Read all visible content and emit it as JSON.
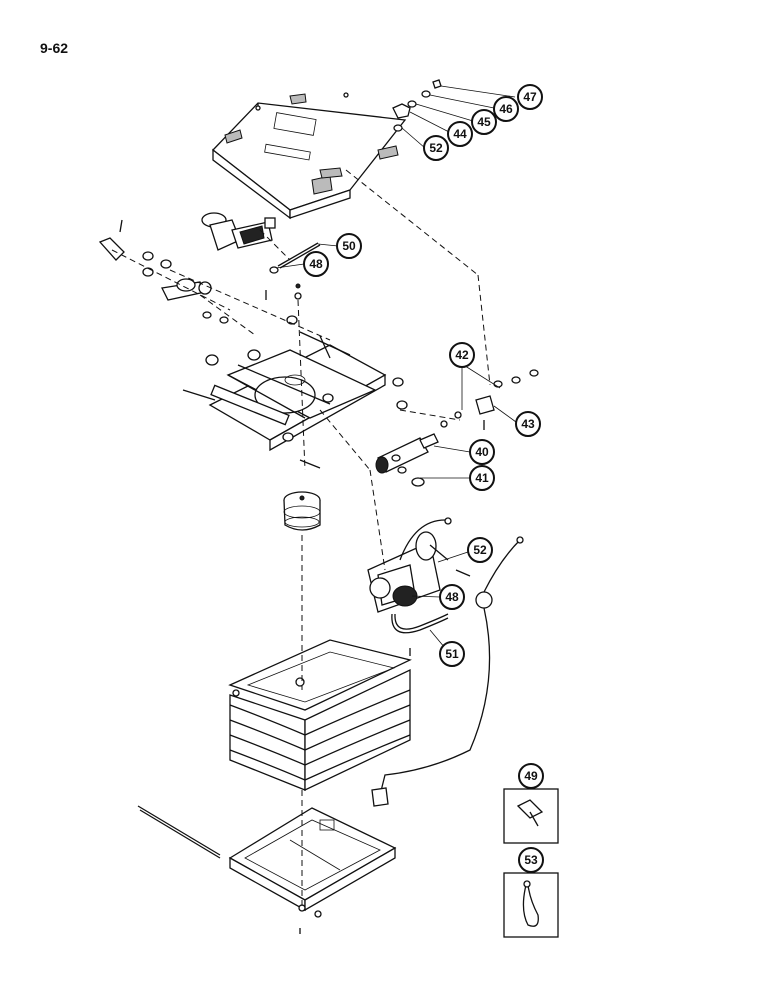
{
  "page_number": "9-62",
  "callouts": [
    {
      "id": "c47",
      "label": "47"
    },
    {
      "id": "c46",
      "label": "46"
    },
    {
      "id": "c45",
      "label": "45"
    },
    {
      "id": "c44",
      "label": "44"
    },
    {
      "id": "c52a",
      "label": "52"
    },
    {
      "id": "c50",
      "label": "50"
    },
    {
      "id": "c48a",
      "label": "48"
    },
    {
      "id": "c42",
      "label": "42"
    },
    {
      "id": "c43",
      "label": "43"
    },
    {
      "id": "c40",
      "label": "40"
    },
    {
      "id": "c41",
      "label": "41"
    },
    {
      "id": "c52b",
      "label": "52"
    },
    {
      "id": "c48b",
      "label": "48"
    },
    {
      "id": "c51",
      "label": "51"
    },
    {
      "id": "c49",
      "label": "49"
    },
    {
      "id": "c53",
      "label": "53"
    }
  ]
}
